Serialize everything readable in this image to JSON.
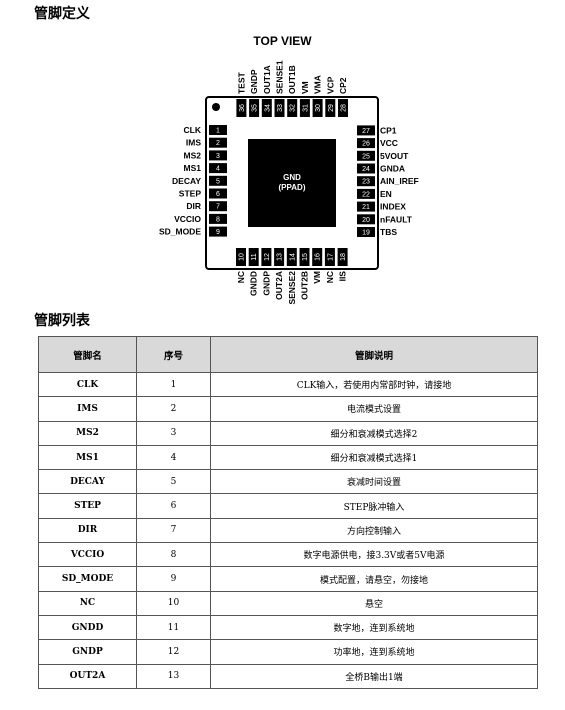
{
  "section1_title": "管脚定义",
  "section2_title": "管脚列表",
  "diagram": {
    "title": "TOP VIEW",
    "gnd_label": [
      "GND",
      "(PPAD)"
    ],
    "left_pins": [
      {
        "num": "1",
        "name": "CLK"
      },
      {
        "num": "2",
        "name": "IMS"
      },
      {
        "num": "3",
        "name": "MS2"
      },
      {
        "num": "4",
        "name": "MS1"
      },
      {
        "num": "5",
        "name": "DECAY"
      },
      {
        "num": "6",
        "name": "STEP"
      },
      {
        "num": "7",
        "name": "DIR"
      },
      {
        "num": "8",
        "name": "VCCIO"
      },
      {
        "num": "9",
        "name": "SD_MODE"
      }
    ],
    "bottom_pins": [
      {
        "num": "10",
        "name": "NC"
      },
      {
        "num": "11",
        "name": "GNDD"
      },
      {
        "num": "12",
        "name": "GNDP"
      },
      {
        "num": "13",
        "name": "OUT2A"
      },
      {
        "num": "14",
        "name": "SENSE2"
      },
      {
        "num": "15",
        "name": "OUT2B"
      },
      {
        "num": "16",
        "name": "VM"
      },
      {
        "num": "17",
        "name": "NC"
      },
      {
        "num": "18",
        "name": "IIS"
      }
    ],
    "right_pins": [
      {
        "num": "19",
        "name": "TBS"
      },
      {
        "num": "20",
        "name": "nFAULT"
      },
      {
        "num": "21",
        "name": "INDEX"
      },
      {
        "num": "22",
        "name": "EN"
      },
      {
        "num": "23",
        "name": "AIN_IREF"
      },
      {
        "num": "24",
        "name": "GNDA"
      },
      {
        "num": "25",
        "name": "5VOUT"
      },
      {
        "num": "26",
        "name": "VCC"
      },
      {
        "num": "27",
        "name": "CP1"
      }
    ],
    "top_pins": [
      {
        "num": "28",
        "name": "CP2"
      },
      {
        "num": "29",
        "name": "VCP"
      },
      {
        "num": "30",
        "name": "VMA"
      },
      {
        "num": "31",
        "name": "VM"
      },
      {
        "num": "32",
        "name": "OUT1B"
      },
      {
        "num": "33",
        "name": "SENSE1"
      },
      {
        "num": "34",
        "name": "OUT1A"
      },
      {
        "num": "35",
        "name": "GNDP"
      },
      {
        "num": "36",
        "name": "TEST"
      }
    ]
  },
  "table": {
    "headers": [
      "管脚名",
      "序号",
      "管脚说明"
    ],
    "rows": [
      [
        "CLK",
        "1",
        "CLK输入，若使用内常部时钟，请接地"
      ],
      [
        "IMS",
        "2",
        "电流模式设置"
      ],
      [
        "MS2",
        "3",
        "细分和衰减模式选择2"
      ],
      [
        "MS1",
        "4",
        "细分和衰减模式选择1"
      ],
      [
        "DECAY",
        "5",
        "衰减时间设置"
      ],
      [
        "STEP",
        "6",
        "STEP脉冲输入"
      ],
      [
        "DIR",
        "7",
        "方向控制输入"
      ],
      [
        "VCCIO",
        "8",
        "数字电源供电，接3.3V或者5V电源"
      ],
      [
        "SD_MODE",
        "9",
        "模式配置，请悬空，勿接地"
      ],
      [
        "NC",
        "10",
        "悬空"
      ],
      [
        "GNDD",
        "11",
        "数字地，连到系统地"
      ],
      [
        "GNDP",
        "12",
        "功率地，连到系统地"
      ],
      [
        "OUT2A",
        "13",
        "全桥B输出1端"
      ]
    ]
  }
}
